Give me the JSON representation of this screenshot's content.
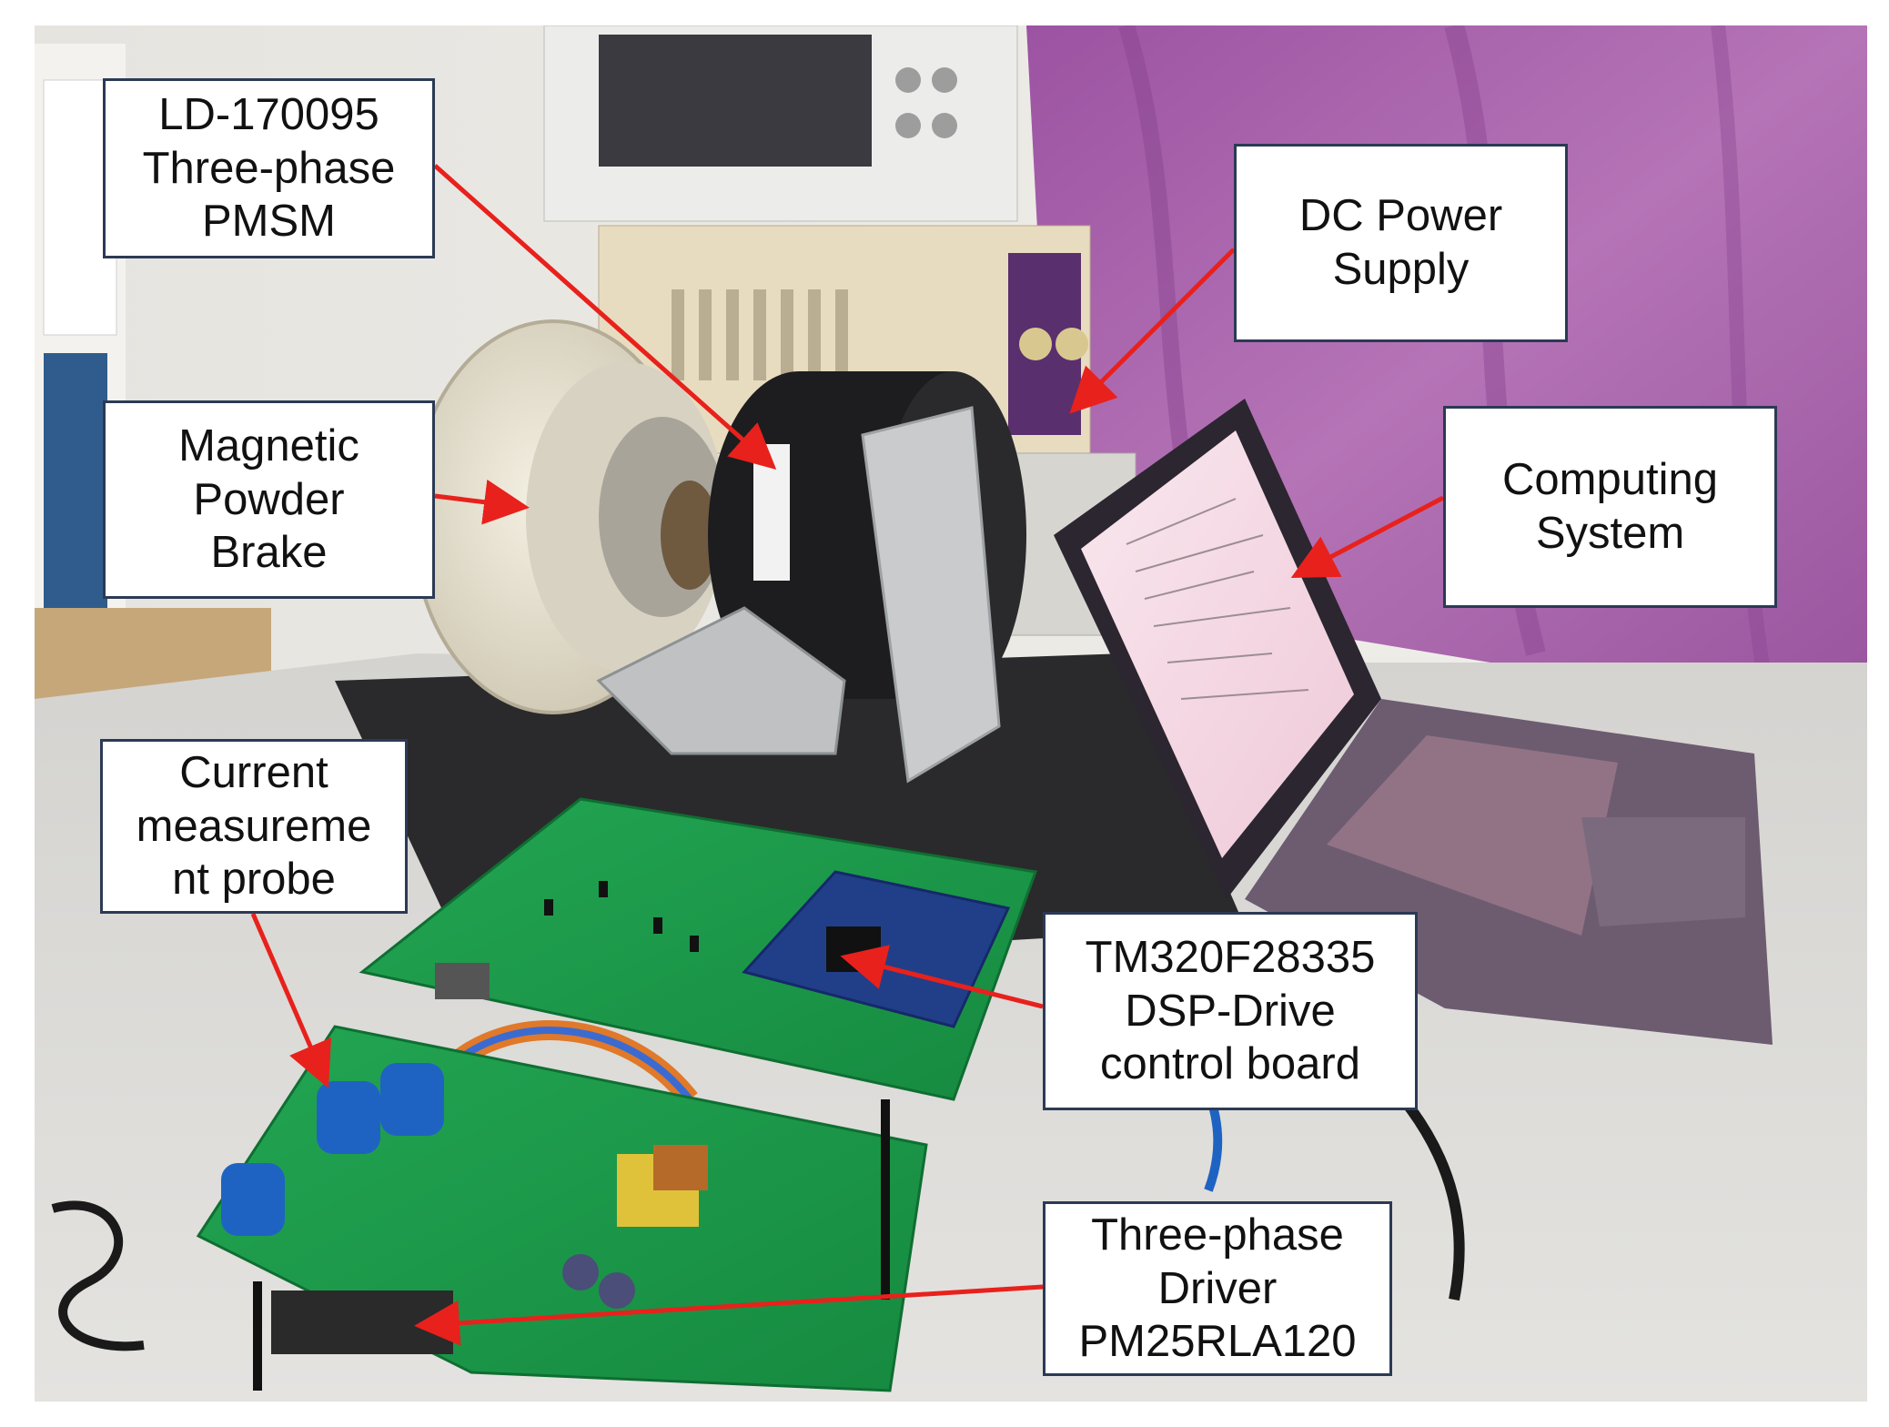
{
  "callouts": {
    "motor": {
      "lines": [
        "LD-170095",
        "Three-phase",
        "PMSM"
      ]
    },
    "dc_power": {
      "lines": [
        "DC Power",
        "Supply"
      ]
    },
    "brake": {
      "lines": [
        "Magnetic",
        "Powder",
        "Brake"
      ]
    },
    "computing": {
      "lines": [
        "Computing",
        "System"
      ]
    },
    "current_probe": {
      "lines": [
        "Current",
        "measureme",
        "nt probe"
      ]
    },
    "dsp_board": {
      "lines": [
        "TM320F28335",
        "DSP-Drive",
        "control board"
      ]
    },
    "driver": {
      "lines": [
        "Three-phase",
        "Driver",
        "PM25RLA120"
      ]
    }
  },
  "colors": {
    "arrow": "#e8211c",
    "callout_border": "#2b3a55",
    "backdrop_purple": "#a65fa8",
    "wall": "#ece9e4",
    "table": "#d9d9d6",
    "pcb_green": "#1c9a4a",
    "laptop": "#4a3f4e",
    "screen": "#f6d9e4"
  }
}
